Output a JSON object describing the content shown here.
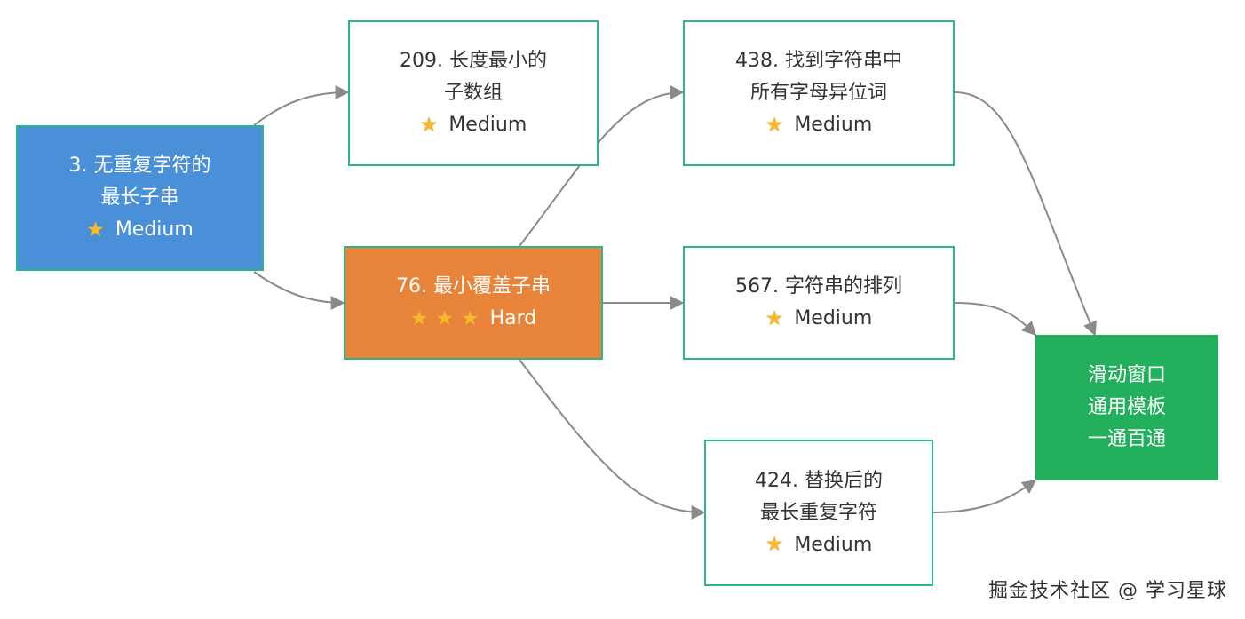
{
  "colors": {
    "edge": "#8a8a8a",
    "border": "#2bb58a",
    "blue": "#4a90d9",
    "orange": "#e8843a",
    "green": "#22b05c",
    "star": "#f5b82e"
  },
  "icons": {
    "difficulty": "star-icon"
  },
  "nodes": {
    "p3": {
      "line1": "3. 无重复字符的",
      "line2": "最长子串",
      "difficulty": "Medium"
    },
    "p209": {
      "line1": "209. 长度最小的",
      "line2": "子数组",
      "difficulty": "Medium"
    },
    "p76": {
      "line1": "76. 最小覆盖子串",
      "difficulty": "Hard"
    },
    "p438": {
      "line1": "438. 找到字符串中",
      "line2": "所有字母异位词",
      "difficulty": "Medium"
    },
    "p567": {
      "line1": "567. 字符串的排列",
      "difficulty": "Medium"
    },
    "p424": {
      "line1": "424. 替换后的",
      "line2": "最长重复字符",
      "difficulty": "Medium"
    },
    "template": {
      "line1": "滑动窗口",
      "line2": "通用模板",
      "line3": "一通百通"
    }
  },
  "edges": [
    {
      "from": "p3",
      "to": "p209"
    },
    {
      "from": "p3",
      "to": "p76"
    },
    {
      "from": "p76",
      "to": "p438"
    },
    {
      "from": "p76",
      "to": "p567"
    },
    {
      "from": "p76",
      "to": "p424"
    },
    {
      "from": "p438",
      "to": "template"
    },
    {
      "from": "p567",
      "to": "template"
    },
    {
      "from": "p424",
      "to": "template"
    }
  ],
  "watermark": "掘金技术社区 @ 学习星球"
}
